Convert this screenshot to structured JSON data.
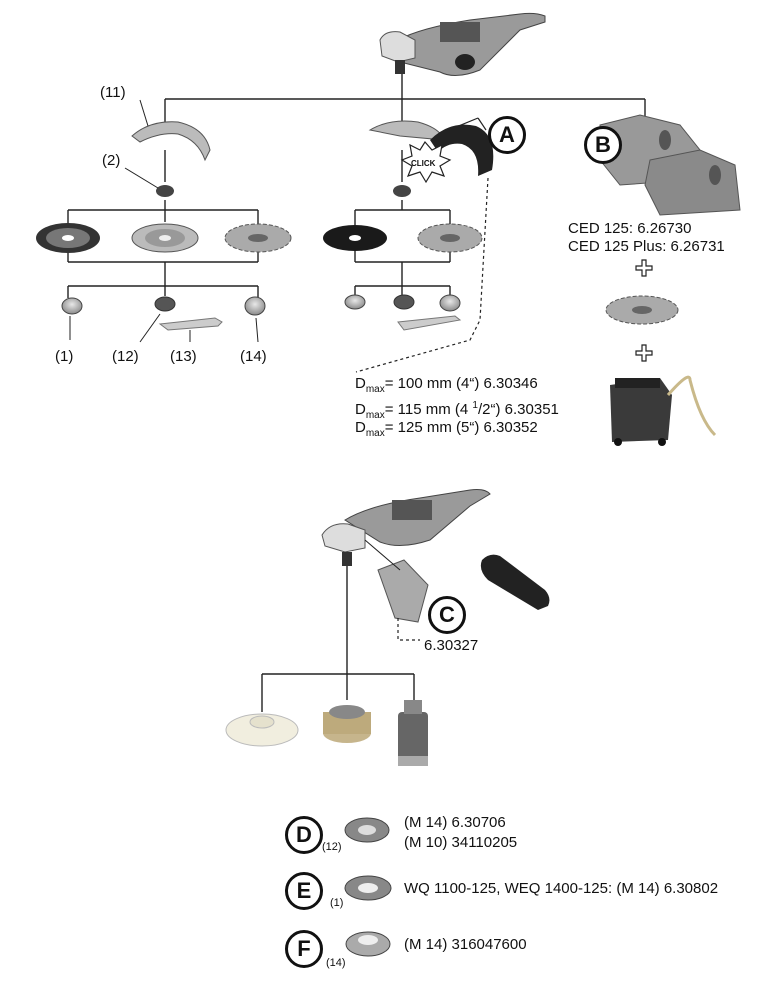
{
  "callouts": {
    "n11": "(11)",
    "n2": "(2)",
    "n1": "(1)",
    "n12": "(12)",
    "n13": "(13)",
    "n14": "(14)",
    "d_sub": "(12)",
    "e_sub": "(1)",
    "f_sub": "(14)"
  },
  "badges": {
    "a": "A",
    "b": "B",
    "c": "C",
    "d": "D",
    "e": "E",
    "f": "F"
  },
  "click_label": "CLICK",
  "ced": {
    "line1": "CED 125: 6.26730",
    "line2": "CED 125 Plus: 6.26731"
  },
  "dmax": [
    {
      "prefix": "D",
      "sub": "max",
      "text": "= 100 mm (4“) 6.30346"
    },
    {
      "prefix": "D",
      "sub": "max",
      "text": "= 115 mm (4 ",
      "sup": "1",
      "frac_rest": "/2“) 6.30351"
    },
    {
      "prefix": "D",
      "sub": "max",
      "text": "= 125 mm (5“) 6.30352"
    }
  ],
  "part_c": "6.30327",
  "part_d": {
    "line1": "(M 14) 6.30706",
    "line2": "(M 10) 34110205"
  },
  "part_e": "WQ 1100-125, WEQ 1400-125: (M 14) 6.30802",
  "part_f": "(M 14) 316047600",
  "icons": [
    "angle-grinder",
    "guard",
    "flange",
    "grinding-disc",
    "diamond-disc",
    "cutting-disc",
    "clamping-nut",
    "pin-spanner",
    "quick-nut",
    "cutting-guard",
    "dust-hood",
    "vacuum-cleaner",
    "hand-grip",
    "support-plate",
    "wire-brush",
    "core-bit",
    "plus-icon"
  ]
}
